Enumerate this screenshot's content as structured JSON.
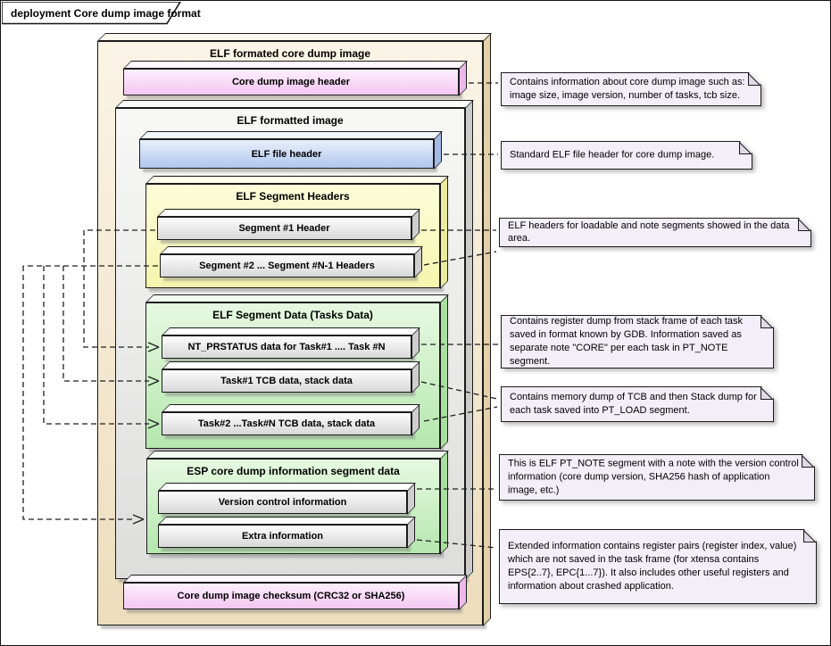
{
  "frame": {
    "title": "deployment Core dump image format"
  },
  "nodes": {
    "outer": "ELF formated core dump image",
    "header": "Core dump image header",
    "elf_image": "ELF formatted image",
    "elf_file_header": "ELF file header",
    "seg_headers": "ELF Segment Headers",
    "seg1": "Segment #1 Header",
    "seg2": "Segment #2 ... Segment #N-1 Headers",
    "seg_data": "ELF Segment Data (Tasks Data)",
    "nt_prstatus": "NT_PRSTATUS data for Task#1 .... Task #N",
    "task1": "Task#1 TCB data, stack data",
    "task2": "Task#2 ...Task#N TCB data,  stack data",
    "esp_info": "ESP core dump information segment data",
    "version": "Version control information",
    "extra": "Extra information",
    "checksum": "Core dump image checksum (CRC32 or SHA256)"
  },
  "notes": [
    "Contains information about core dump image such as: image size, image version, number of tasks, tcb size.",
    "Standard ELF file header for core dump image.",
    "ELF headers for loadable and note segments showed in the data area.",
    "Contains register dump from stack frame of each task saved in format known by GDB. Information saved as separate note \"CORE\" per each task in PT_NOTE segment.",
    "Contains memory dump of TCB and then Stack dump for each task saved into PT_LOAD segment.",
    "This is ELF PT_NOTE segment with a note with the version control information (core dump version, SHA256 hash of application image, etc.)",
    "Extended information contains register pairs (register index, value) which are not saved in the task frame (for xtensa contains EPS{2..7}, EPC{1...7}). It also includes other useful registers and information about crashed application."
  ],
  "colors": {
    "container_tan": "#f2e7cf",
    "node_pink": "#f3c6f1",
    "node_blue": "#afc6ee",
    "container_yellow": "#f8f8bc",
    "container_green": "#b9e8b2",
    "node_gray": "#dcdcdc",
    "note_bg": "#f3eef7",
    "connector": "#1f1f1f"
  }
}
